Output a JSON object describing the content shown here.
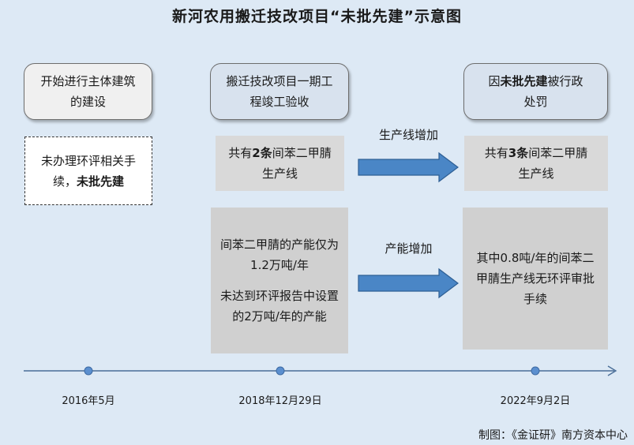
{
  "title": "新河农用搬迁技改项目“未批先建”示意图",
  "stages": [
    {
      "text": "开始进行主体建筑的建设"
    },
    {
      "text": "搬迁技改项目一期工程竣工验收"
    },
    {
      "text_pre": "因",
      "text_bold": "未批先建",
      "text_post": "被行政处罚"
    }
  ],
  "note_2016": {
    "text_pre": "未办理环评相关手续，",
    "text_bold": "未批先建"
  },
  "lines_2018": {
    "pre": "共有",
    "bold": "2条",
    "post": "间苯二甲腈生产线"
  },
  "lines_2022": {
    "pre": "共有",
    "bold": "3条",
    "post": "间苯二甲腈生产线"
  },
  "capacity_2018": {
    "para1": "间苯二甲腈的产能仅为1.2万吨/年",
    "para2": "未达到环评报告中设置的2万吨/年的产能"
  },
  "capacity_2022": {
    "text": "其中0.8吨/年的间苯二甲腈生产线无环评审批手续"
  },
  "arrows": [
    {
      "label": "生产线增加"
    },
    {
      "label": "产能增加"
    }
  ],
  "timeline": {
    "dates": [
      "2016年5月",
      "2018年12月29日",
      "2022年9月2日"
    ]
  },
  "credit": "制图：《金证研》南方资本中心",
  "colors": {
    "background": "#dde9f5",
    "arrow": "#4a86c6",
    "axis": "#4a6e98",
    "dot": "#5b8fcf"
  }
}
